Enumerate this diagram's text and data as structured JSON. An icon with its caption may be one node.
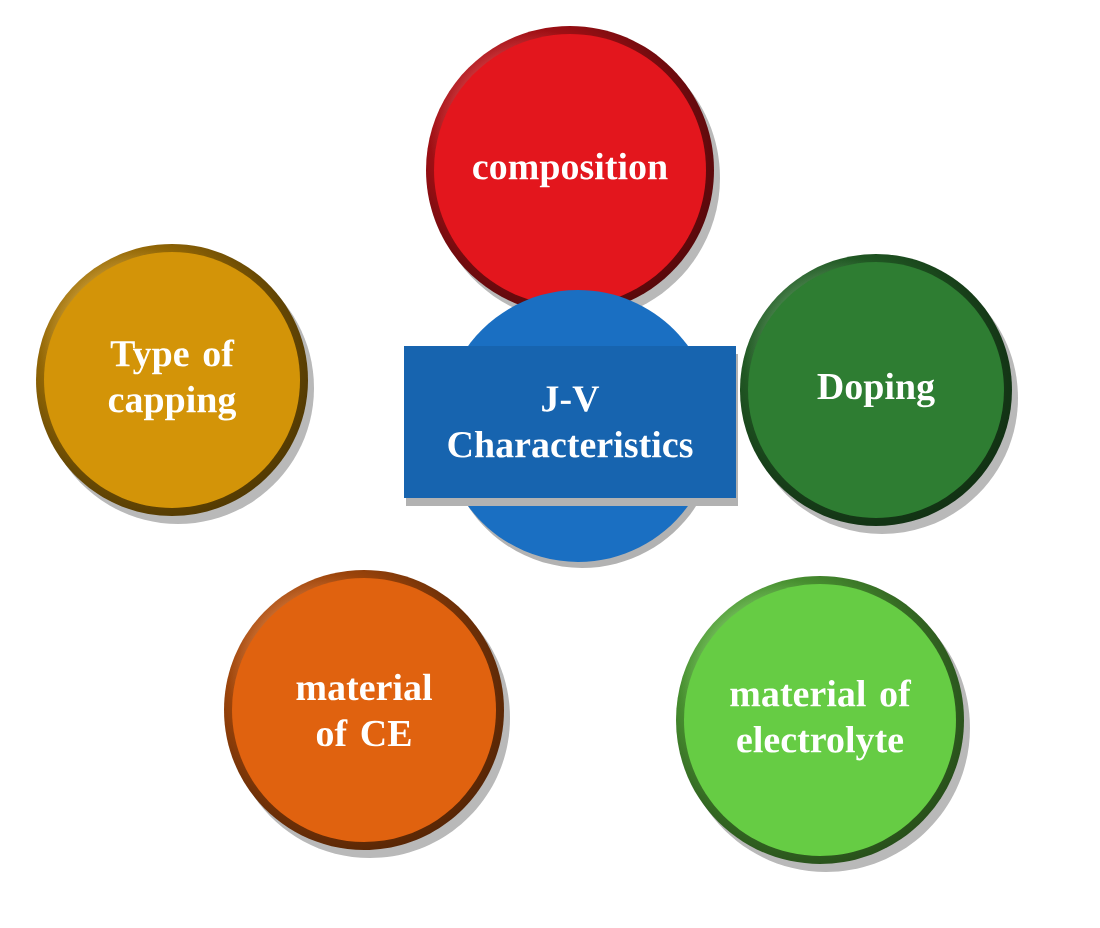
{
  "diagram": {
    "nodes": [
      {
        "text": [
          "composition"
        ]
      },
      {
        "text": [
          "Type of capping"
        ]
      },
      {
        "text": [
          "J-V Characteristics"
        ]
      },
      {
        "text": [
          "Doping"
        ]
      },
      {
        "text": [
          "material of CE"
        ]
      },
      {
        "text": [
          "material of electrolyte"
        ]
      }
    ]
  }
}
